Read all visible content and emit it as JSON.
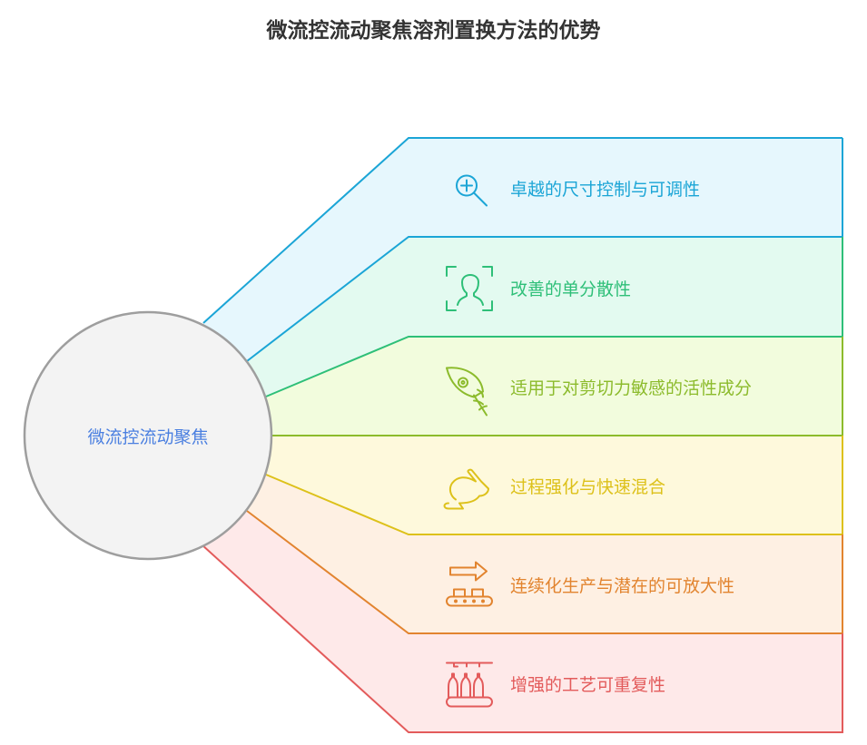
{
  "title": "微流控流动聚焦溶剂置换方法的优势",
  "center": {
    "label": "微流控流动聚焦"
  },
  "items": [
    {
      "label": "卓越的尺寸控制与可调性",
      "icon": "magnifier-plus-icon",
      "color": "#1BA5D6",
      "bg": "#E6F7FD"
    },
    {
      "label": "改善的单分散性",
      "icon": "face-scan-icon",
      "color": "#2EBF78",
      "bg": "#E3FAF0"
    },
    {
      "label": "适用于对剪切力敏感的活性成分",
      "icon": "feather-icon",
      "color": "#8CBB2C",
      "bg": "#F2FCDD"
    },
    {
      "label": "过程强化与快速混合",
      "icon": "rabbit-icon",
      "color": "#DDC11A",
      "bg": "#FEF9DC"
    },
    {
      "label": "连续化生产与潜在的可放大性",
      "icon": "conveyor-arrow-icon",
      "color": "#E2842F",
      "bg": "#FEF0E3"
    },
    {
      "label": "增强的工艺可重复性",
      "icon": "bottling-line-icon",
      "color": "#E35B5B",
      "bg": "#FEE9E9"
    }
  ]
}
